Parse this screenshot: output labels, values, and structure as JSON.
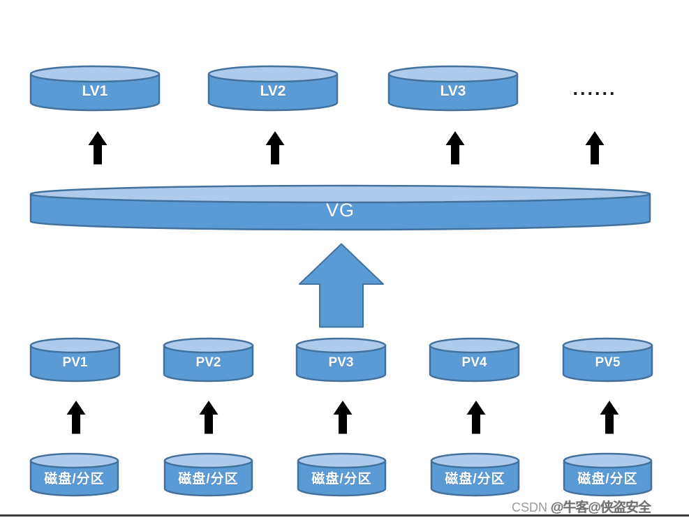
{
  "colors": {
    "cylinder_body": "#5B9BD5",
    "cylinder_top": "#AECBEB",
    "cylinder_border": "#41719C",
    "arrow_fill": "#5B9BD5",
    "arrow_border": "#41719C",
    "label_text": "#FFFFFF",
    "ellipsis_text": "#1A1A1A",
    "watermark_text": "#9B9B9B",
    "bottom_line": "#3D3D3D"
  },
  "lv_row": {
    "items": [
      {
        "label": "LV1"
      },
      {
        "label": "LV2"
      },
      {
        "label": "LV3"
      }
    ],
    "ellipsis": "......"
  },
  "vg": {
    "label": "VG"
  },
  "pv_row": {
    "items": [
      {
        "label": "PV1"
      },
      {
        "label": "PV2"
      },
      {
        "label": "PV3"
      },
      {
        "label": "PV4"
      },
      {
        "label": "PV5"
      }
    ]
  },
  "disk_row": {
    "items": [
      {
        "label": "磁盘/分区"
      },
      {
        "label": "磁盘/分区"
      },
      {
        "label": "磁盘/分区"
      },
      {
        "label": "磁盘/分区"
      },
      {
        "label": "磁盘/分区"
      }
    ]
  },
  "watermark": {
    "prefix": "CSDN ",
    "overlay": "@牛客@侠盗安全"
  }
}
